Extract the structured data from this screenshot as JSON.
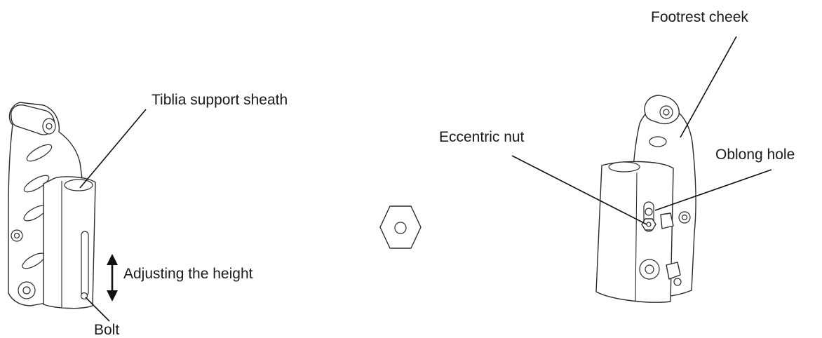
{
  "labels": {
    "tibia_sheath": "Tiblia support sheath",
    "adjust_height": "Adjusting the height",
    "bolt": "Bolt",
    "eccentric_nut": "Eccentric nut",
    "footrest_cheek": "Footrest cheek",
    "oblong_hole": "Oblong hole"
  },
  "icons": {
    "hex_nut": "hex-nut-icon",
    "double_arrow": "vertical-double-arrow-icon"
  },
  "colors": {
    "line": "#2b2b2b",
    "text": "#1a1a1a",
    "background": "#ffffff"
  }
}
